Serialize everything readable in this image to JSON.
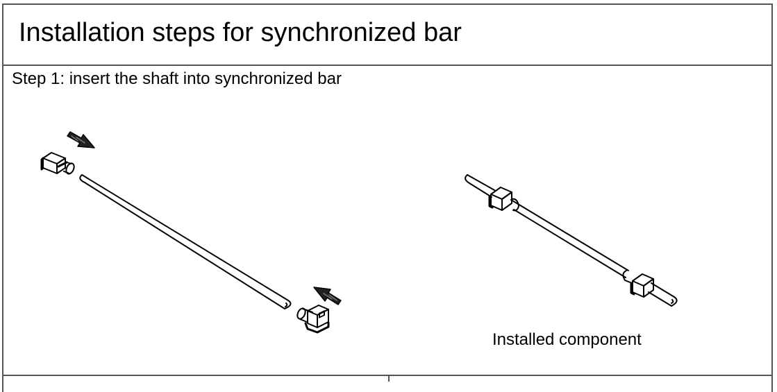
{
  "document": {
    "title": "Installation steps for synchronized bar",
    "steps": [
      {
        "label": "Step 1: insert the shaft into synchronized bar",
        "figures": [
          {
            "name": "exploded-view",
            "parts": [
              "bushing-left",
              "shaft",
              "bushing-right"
            ],
            "arrows": [
              "insert-arrow-left",
              "insert-arrow-right"
            ]
          },
          {
            "name": "installed-view",
            "caption": "Installed component"
          }
        ]
      }
    ]
  },
  "colors": {
    "line": "#000000",
    "border": "#555555",
    "background": "#ffffff"
  }
}
